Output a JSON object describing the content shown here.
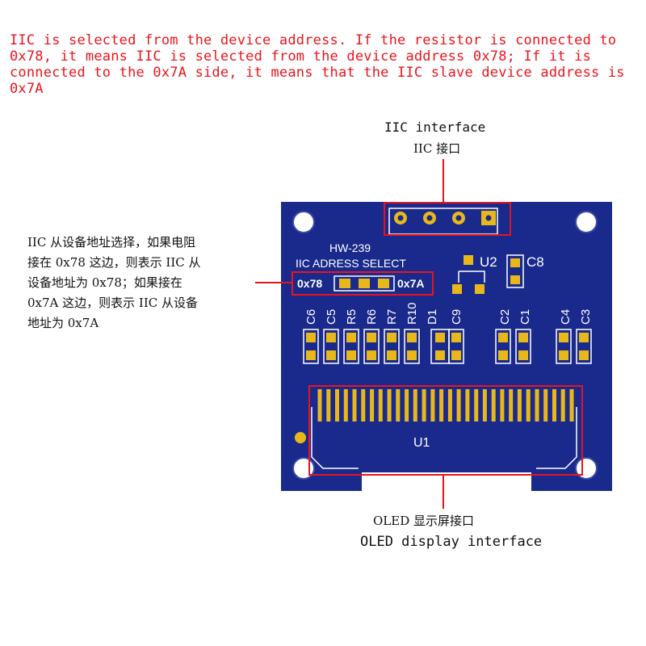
{
  "note": {
    "english": "IIC is selected from the device address. If the resistor is connected to 0x78, it means IIC is selected from the device address 0x78; If it is connected to the 0x7A side, it means that the IIC slave device address is 0x7A"
  },
  "callouts": {
    "iic_interface_en": "IIC interface",
    "iic_interface_cn": "IIC 接口",
    "address_select_cn": [
      "IIC 从设备地址选择，如果电阻",
      "接在 0x78 这边，则表示 IIC 从",
      "设备地址为 0x78；如果接在",
      "0x7A 这边，则表示 IIC 从设备",
      "地址为 0x7A"
    ],
    "oled_cn": "OLED 显示屏接口",
    "oled_en": "OLED display interface"
  },
  "board": {
    "model": "HW-239",
    "select_label": "IIC ADRESS SELECT",
    "addr_left": "0x78",
    "addr_right": "0x7A",
    "u2": "U2",
    "c8": "C8",
    "u1": "U1",
    "components_left": [
      "C6",
      "C5",
      "R5",
      "R6",
      "R7",
      "R10",
      "D1",
      "C9"
    ],
    "components_right": [
      "C2",
      "C1",
      "C4",
      "C3"
    ],
    "colors": {
      "pcb": "#1a2a8c",
      "pad": "#e8b81a",
      "highlight": "#e8141c"
    }
  }
}
